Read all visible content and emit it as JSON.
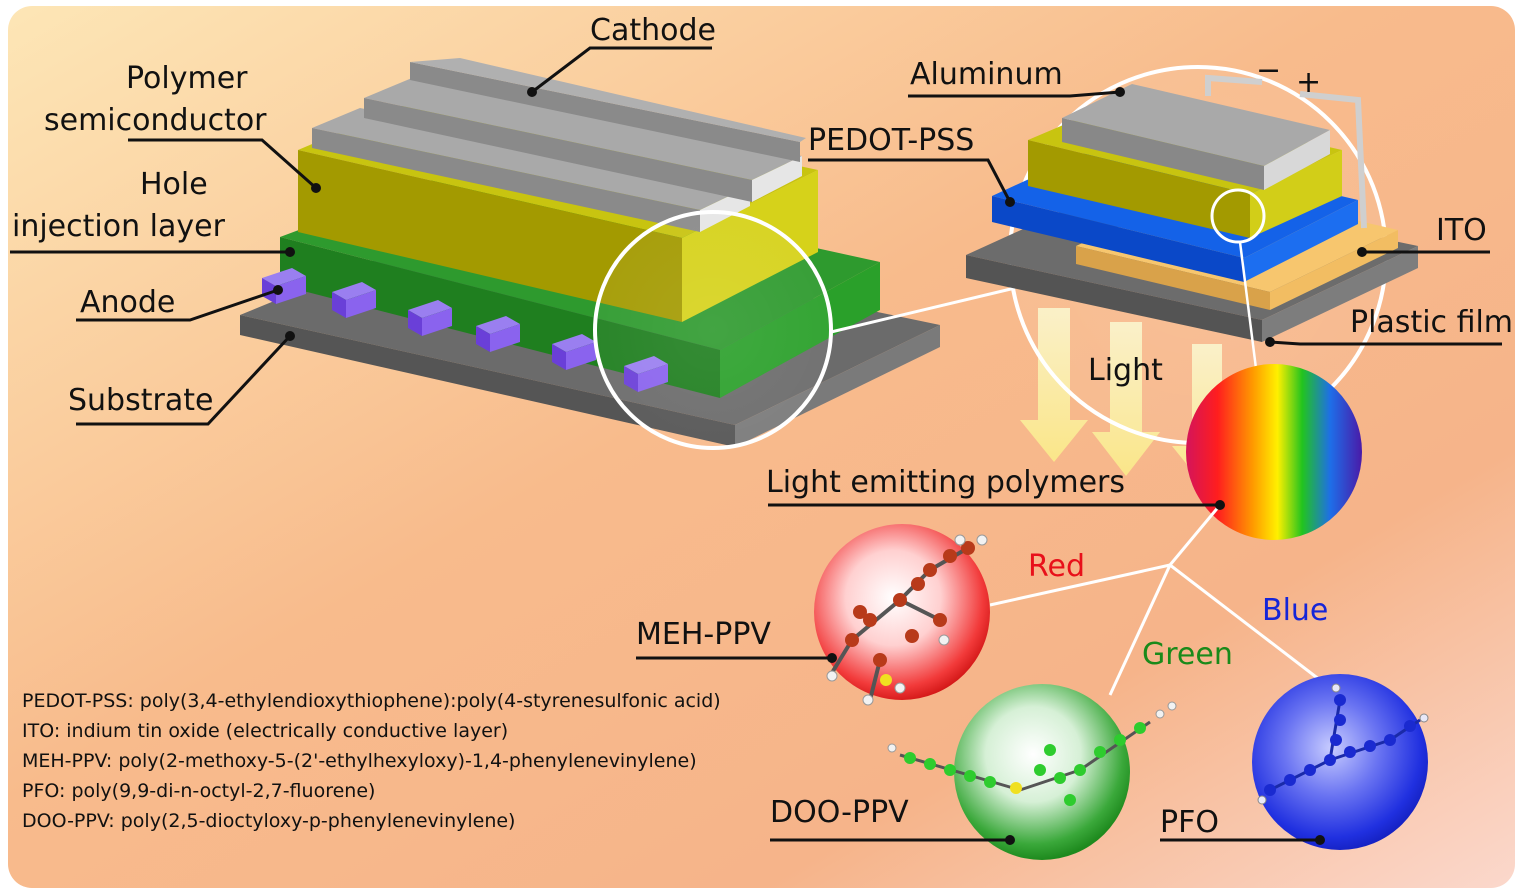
{
  "labels": {
    "cathode": "Cathode",
    "polymer_semiconductor_line1": "Polymer",
    "polymer_semiconductor_line2": "semiconductor",
    "hole_injection_line1": "Hole",
    "hole_injection_line2": "injection layer",
    "anode": "Anode",
    "substrate": "Substrate",
    "aluminum": "Aluminum",
    "pedot_pss": "PEDOT-PSS",
    "ito": "ITO",
    "plastic_film": "Plastic film",
    "light": "Light",
    "light_emitting_polymers": "Light emitting polymers",
    "red": "Red",
    "green": "Green",
    "blue": "Blue",
    "meh_ppv": "MEH-PPV",
    "doo_ppv": "DOO-PPV",
    "pfo": "PFO",
    "minus": "−",
    "plus": "+"
  },
  "colors": {
    "red": "#e8101a",
    "green": "#1a8a1a",
    "blue": "#1525d8"
  },
  "abbreviations": [
    "PEDOT-PSS: poly(3,4-ethylendioxythiophene):poly(4-styrenesulfonic acid)",
    "ITO: indium tin oxide (electrically conductive layer)",
    "MEH-PPV: poly(2-methoxy-5-(2'-ethylhexyloxy)-1,4-phenylenevinylene)",
    "PFO: poly(9,9-di-n-octyl-2,7-fluorene)",
    "DOO-PPV: poly(2,5-dioctyloxy-p-phenylenevinylene)"
  ]
}
